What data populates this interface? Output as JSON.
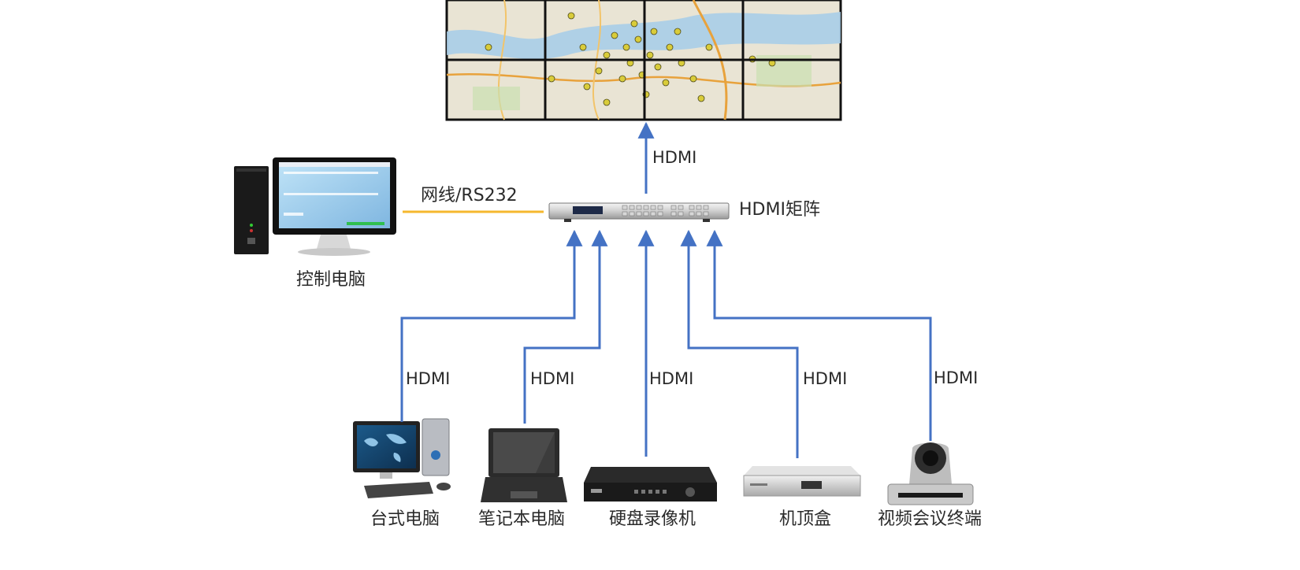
{
  "diagram": {
    "control_link_label": "网线/RS232",
    "matrix_label": "HDMI矩阵",
    "control_pc_label": "控制电脑",
    "output_link_label": "HDMI",
    "link_color": "#4472C4",
    "control_line_color": "#F5B82E",
    "sources": [
      {
        "label": "台式电脑",
        "link": "HDMI"
      },
      {
        "label": "笔记本电脑",
        "link": "HDMI"
      },
      {
        "label": "硬盘录像机",
        "link": "HDMI"
      },
      {
        "label": "机顶盒",
        "link": "HDMI"
      },
      {
        "label": "视频会议终端",
        "link": "HDMI"
      }
    ]
  }
}
